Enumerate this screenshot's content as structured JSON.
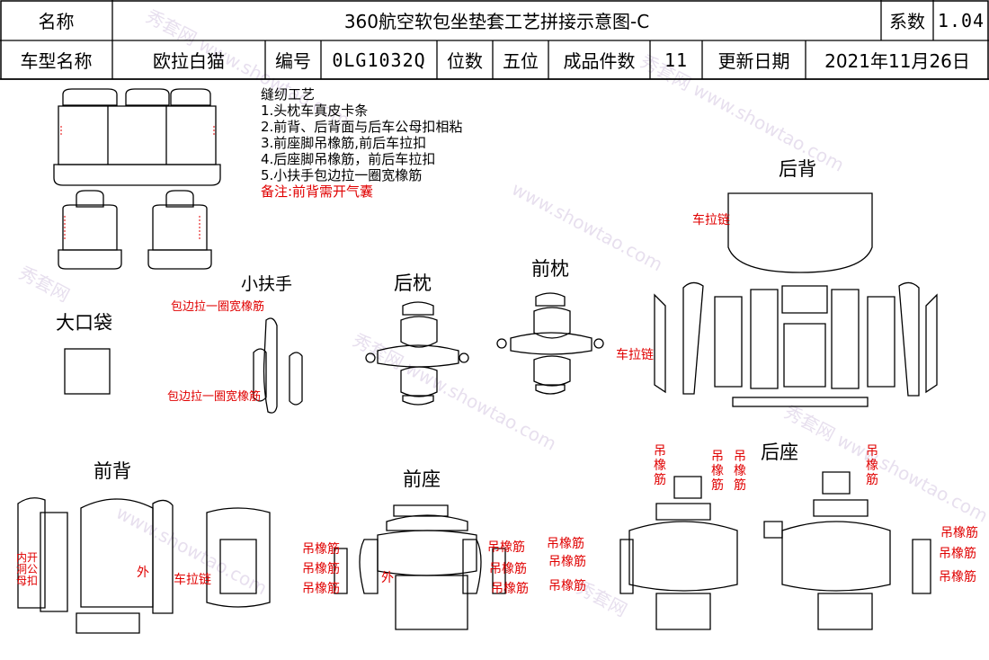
{
  "header": {
    "name_label": "名称",
    "title": "360航空软包坐垫套工艺拼接示意图-C",
    "coef_label": "系数",
    "coef_value": "1.04",
    "model_label": "车型名称",
    "model_value": "欧拉白猫",
    "code_label": "编号",
    "code_value": "0LG1032Q",
    "seats_label": "位数",
    "seats_value": "五位",
    "pieces_label": "成品件数",
    "pieces_value": "11",
    "date_label": "更新日期",
    "date_value": "2021年11月26日"
  },
  "notes": {
    "heading": "缝纫工艺",
    "items": [
      "1.头枕车真皮卡条",
      "2.前背、后背面与后车公母扣相粘",
      "3.前座脚吊橡筋,前后车拉扣",
      "4.后座脚吊橡筋，前后车拉扣",
      "5.小扶手包边拉一圈宽橡筋"
    ],
    "remark": "备注:前背需开气囊"
  },
  "sections": {
    "rear_back": "后背",
    "small_armrest": "小扶手",
    "rear_headrest": "后枕",
    "front_headrest": "前枕",
    "big_pocket": "大口袋",
    "front_back": "前背",
    "front_seat": "前座",
    "rear_seat": "后座"
  },
  "annotations": {
    "zipper": "车拉链",
    "hem_elastic": "包边拉一圈宽橡筋",
    "elastic": "吊橡筋",
    "outer": "外",
    "inner_snap": "内开洞公母扣",
    "elastic_v": "吊橡筋"
  },
  "watermarks": [
    "秀套网 www.showtao.com",
    "秀套网",
    "www.showtao.com"
  ],
  "colors": {
    "annotation": "#e00000",
    "line": "#000000"
  }
}
